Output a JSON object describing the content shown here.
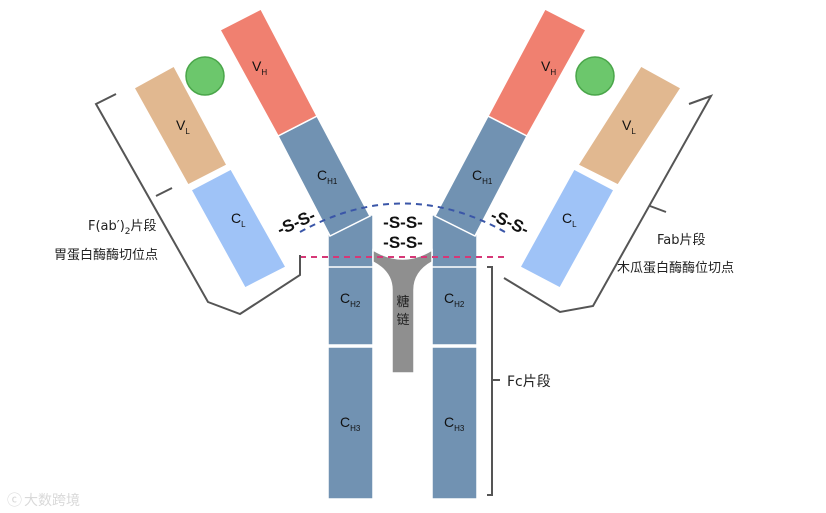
{
  "colors": {
    "vh": "#f08070",
    "vl": "#e1b890",
    "cl": "#9fc3f7",
    "heavy_const": "#7192b2",
    "glycan": "#8f8f8f",
    "antigen": "#6cc76c",
    "pepsin_line": "#3a56a8",
    "papain_line": "#d63877",
    "bracket": "#555555"
  },
  "domains": {
    "vh": "V",
    "vh_sub": "H",
    "vl": "V",
    "vl_sub": "L",
    "cl": "C",
    "cl_sub": "L",
    "ch1": "C",
    "ch1_sub": "H1",
    "ch2": "C",
    "ch2_sub": "H2",
    "ch3": "C",
    "ch3_sub": "H3"
  },
  "glycan_label": "糖链",
  "disulfide_label": "-S-S-",
  "fragments": {
    "fab2_prefix": "F(ab′)",
    "fab2_sub": "2",
    "fab2_suffix": "片段",
    "pepsin_site": "胃蛋白酶酶切位点",
    "fab": "Fab片段",
    "papain_site": "木瓜蛋白酶酶位切点",
    "fc": "Fc片段"
  },
  "watermark": "大数跨境"
}
